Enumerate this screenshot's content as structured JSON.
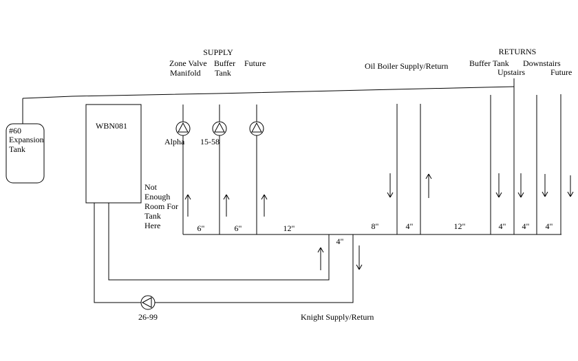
{
  "colors": {
    "line": "#000000",
    "background": "#ffffff"
  },
  "supply": {
    "header": "SUPPLY",
    "zone_valve": [
      "Zone Valve",
      "Manifold"
    ],
    "buffer_tank": [
      "Buffer",
      "Tank"
    ],
    "future": "Future",
    "pump_alpha": "Alpha",
    "pump_15_58": "15-58",
    "sizes": [
      "6\"",
      "6\"",
      "12\""
    ]
  },
  "oil_boiler": {
    "label": "Oil Boiler Supply/Return",
    "size_supply": "8\"",
    "size_middle": "4\"",
    "size_return": "12\""
  },
  "returns": {
    "header": "RETURNS",
    "buffer_tank": "Buffer Tank",
    "upstairs": "Upstairs",
    "downstairs": "Downstairs",
    "future": "Future",
    "sizes": [
      "4\"",
      "4\"",
      "4\""
    ]
  },
  "expansion_tank": {
    "lines": [
      "#60",
      "Expansion",
      "Tank"
    ]
  },
  "boiler": {
    "label": "WBN081"
  },
  "note": {
    "lines": [
      "Not",
      "Enough",
      "Room For",
      "Tank",
      "Here"
    ]
  },
  "knight": {
    "label": "Knight Supply/Return",
    "pump": "26-99",
    "size": "4\""
  }
}
